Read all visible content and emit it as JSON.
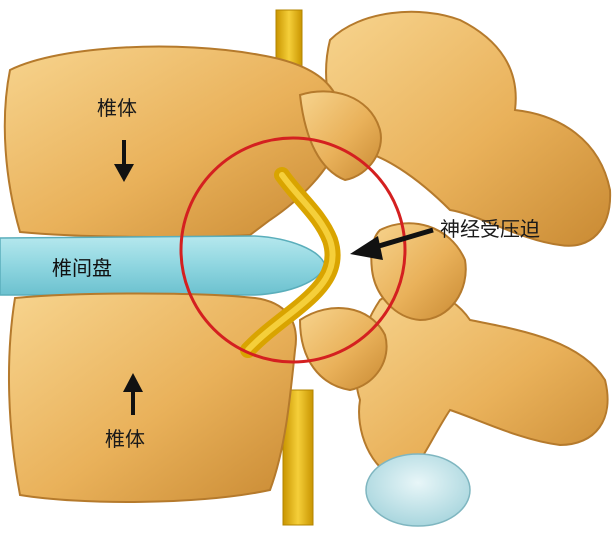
{
  "labels": {
    "vertebral_body_top": "椎体",
    "intervertebral_disc": "椎间盘",
    "vertebral_body_bottom": "椎体",
    "nerve_compression": "神经受压迫"
  },
  "colors": {
    "bone": "#e9b15a",
    "bone_shadow": "#c98a33",
    "bone_highlight": "#f7d48e",
    "disc": "#8fd6e0",
    "nerve": "#d9a400",
    "nerve_light": "#f5cf3a",
    "highlight_circle": "#d42020",
    "arrow": "#111111"
  }
}
